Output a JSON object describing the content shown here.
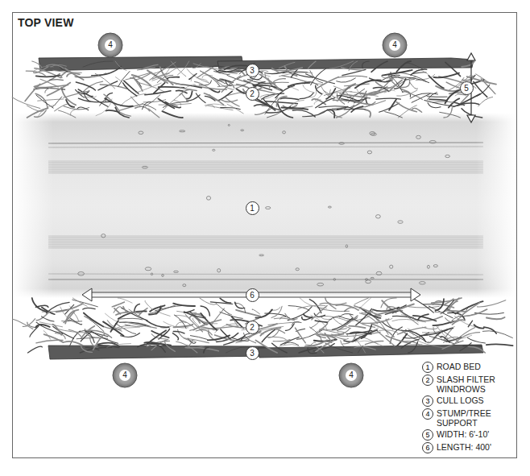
{
  "diagram": {
    "title": "TOP VIEW",
    "labels": [
      "4",
      "4",
      "3",
      "2",
      "5",
      "1",
      "6",
      "2",
      "3",
      "4",
      "4",
      "1",
      "2",
      "3",
      "4",
      "5",
      "6"
    ],
    "legend": [
      {
        "text": "ROAD BED"
      },
      {
        "text": "SLASH FILTER WINDROWS"
      },
      {
        "text": "CULL LOGS"
      },
      {
        "text": "STUMP/TREE SUPPORT"
      },
      {
        "text": "WIDTH: 6'-10'"
      },
      {
        "text": "LENGTH: 400'"
      }
    ]
  }
}
